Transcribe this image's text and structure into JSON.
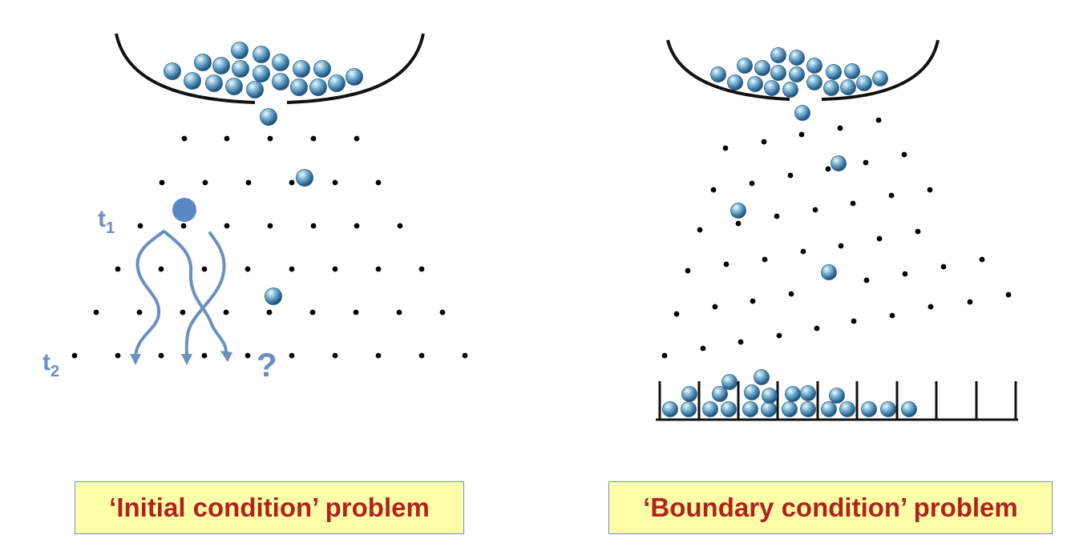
{
  "left_panel": {
    "label_t1": "t",
    "label_t1_sub": "1",
    "label_t2": "t",
    "label_t2_sub": "2",
    "question_mark": "?",
    "caption": "‘Initial condition’ problem"
  },
  "right_panel": {
    "caption": "‘Boundary condition’ problem"
  },
  "colors": {
    "ball": "#4f86b0",
    "path": "#6b8fc4",
    "caption_text": "#b4211c",
    "caption_bg": "#ffffa8",
    "caption_border": "#6f8fc8"
  }
}
